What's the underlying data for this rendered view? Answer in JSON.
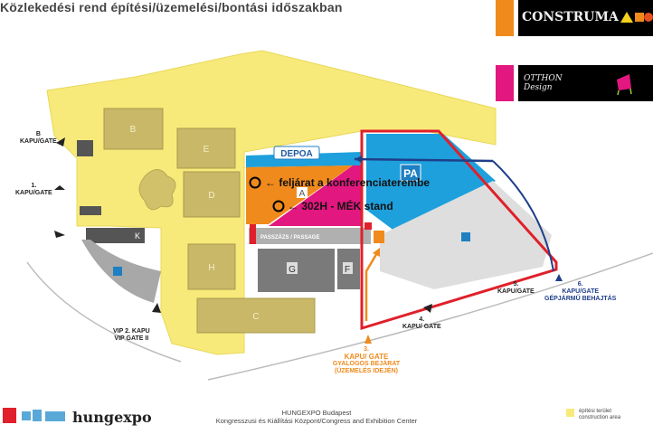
{
  "title": "Közlekedési rend építési/üzemelési/bontási időszakban",
  "logos": {
    "construma": "CONSTRUMA",
    "otthon_design": "OTTHON Design",
    "hungexpo": "hungexpo"
  },
  "colors": {
    "construction_area": "#f7ea7a",
    "orange": "#f08a1c",
    "magenta": "#e2177f",
    "blue": "#1ea0dc",
    "red_route": "#e0202a",
    "building": "#c8b867",
    "hall_gray": "#7a7a7a"
  },
  "buildings": [
    "B",
    "E",
    "D",
    "H",
    "C",
    "K",
    "G",
    "F",
    "A"
  ],
  "labels": {
    "depo": "DEPOA",
    "parking_a": "PA",
    "passage": "PASSZÁZS / PASSAGE"
  },
  "annotations": [
    "← feljárat a konferenciaterembe",
    "← 302H - MÉK stand"
  ],
  "gates": {
    "gate_b": [
      "B",
      "KAPU/GATE"
    ],
    "gate_1": [
      "1.",
      "KAPU/GATE"
    ],
    "gate_vip": [
      "VIP 2. KAPU",
      "VIP GATE II"
    ],
    "gate_3": [
      "3.",
      "KAPU/ GATE",
      "GYALOGOS BEJÁRAT",
      "(ÜZEMELÉS IDEJÉN)"
    ],
    "gate_4": [
      "4.",
      "KAPU/ GATE"
    ],
    "gate_5": [
      "5.",
      "KAPU/GATE"
    ],
    "gate_6": [
      "6.",
      "KAPU/GATE",
      "GÉPJÁRMŰ BEHAJTÁS"
    ]
  },
  "footer": {
    "line1": "HUNGEXPO Budapest",
    "line2": "Kongresszusi és Kiállítási Központ/Congress and Exhibition Center"
  },
  "legend": {
    "line1": "építési terület",
    "line2": "construction area"
  }
}
